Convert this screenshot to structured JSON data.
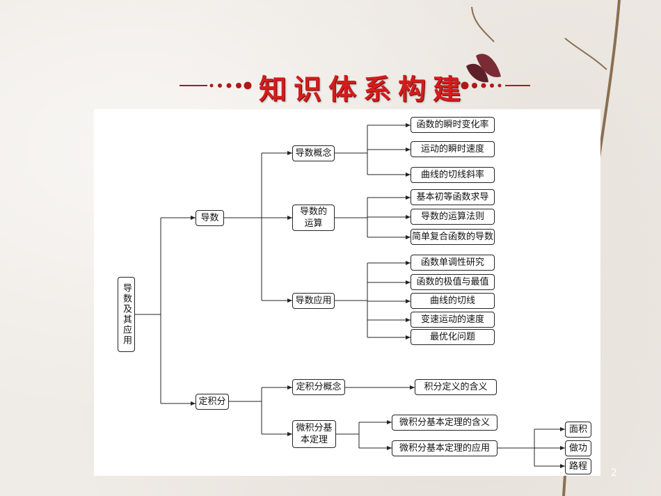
{
  "title": "知识体系构建",
  "page_number": "2",
  "nodes": {
    "root": "导数及其应用",
    "daoshu": "导数",
    "dingjifen": "定积分",
    "gainian": "导数概念",
    "yunsuan": "导数的运算",
    "yingyong": "导数应用",
    "leaf1": "函数的瞬时变化率",
    "leaf2": "运动的瞬时速度",
    "leaf3": "曲线的切线斜率",
    "leaf4": "基本初等函数求导",
    "leaf5": "导数的运算法则",
    "leaf6": "简单复合函数的导数",
    "leaf7": "函数单调性研究",
    "leaf8": "函数的极值与最值",
    "leaf9": "曲线的切线",
    "leaf10": "变速运动的速度",
    "leaf11": "最优化问题",
    "jf_gainian": "定积分概念",
    "jf_dingli": "微积分基本定理",
    "jf_leaf1": "积分定义的含义",
    "jf_leaf2": "微积分基本定理的含义",
    "jf_leaf3": "微积分基本定理的应用",
    "app1": "面积",
    "app2": "做功",
    "app3": "路程"
  },
  "colors": {
    "title": "#d41c1c",
    "line": "#222222"
  }
}
